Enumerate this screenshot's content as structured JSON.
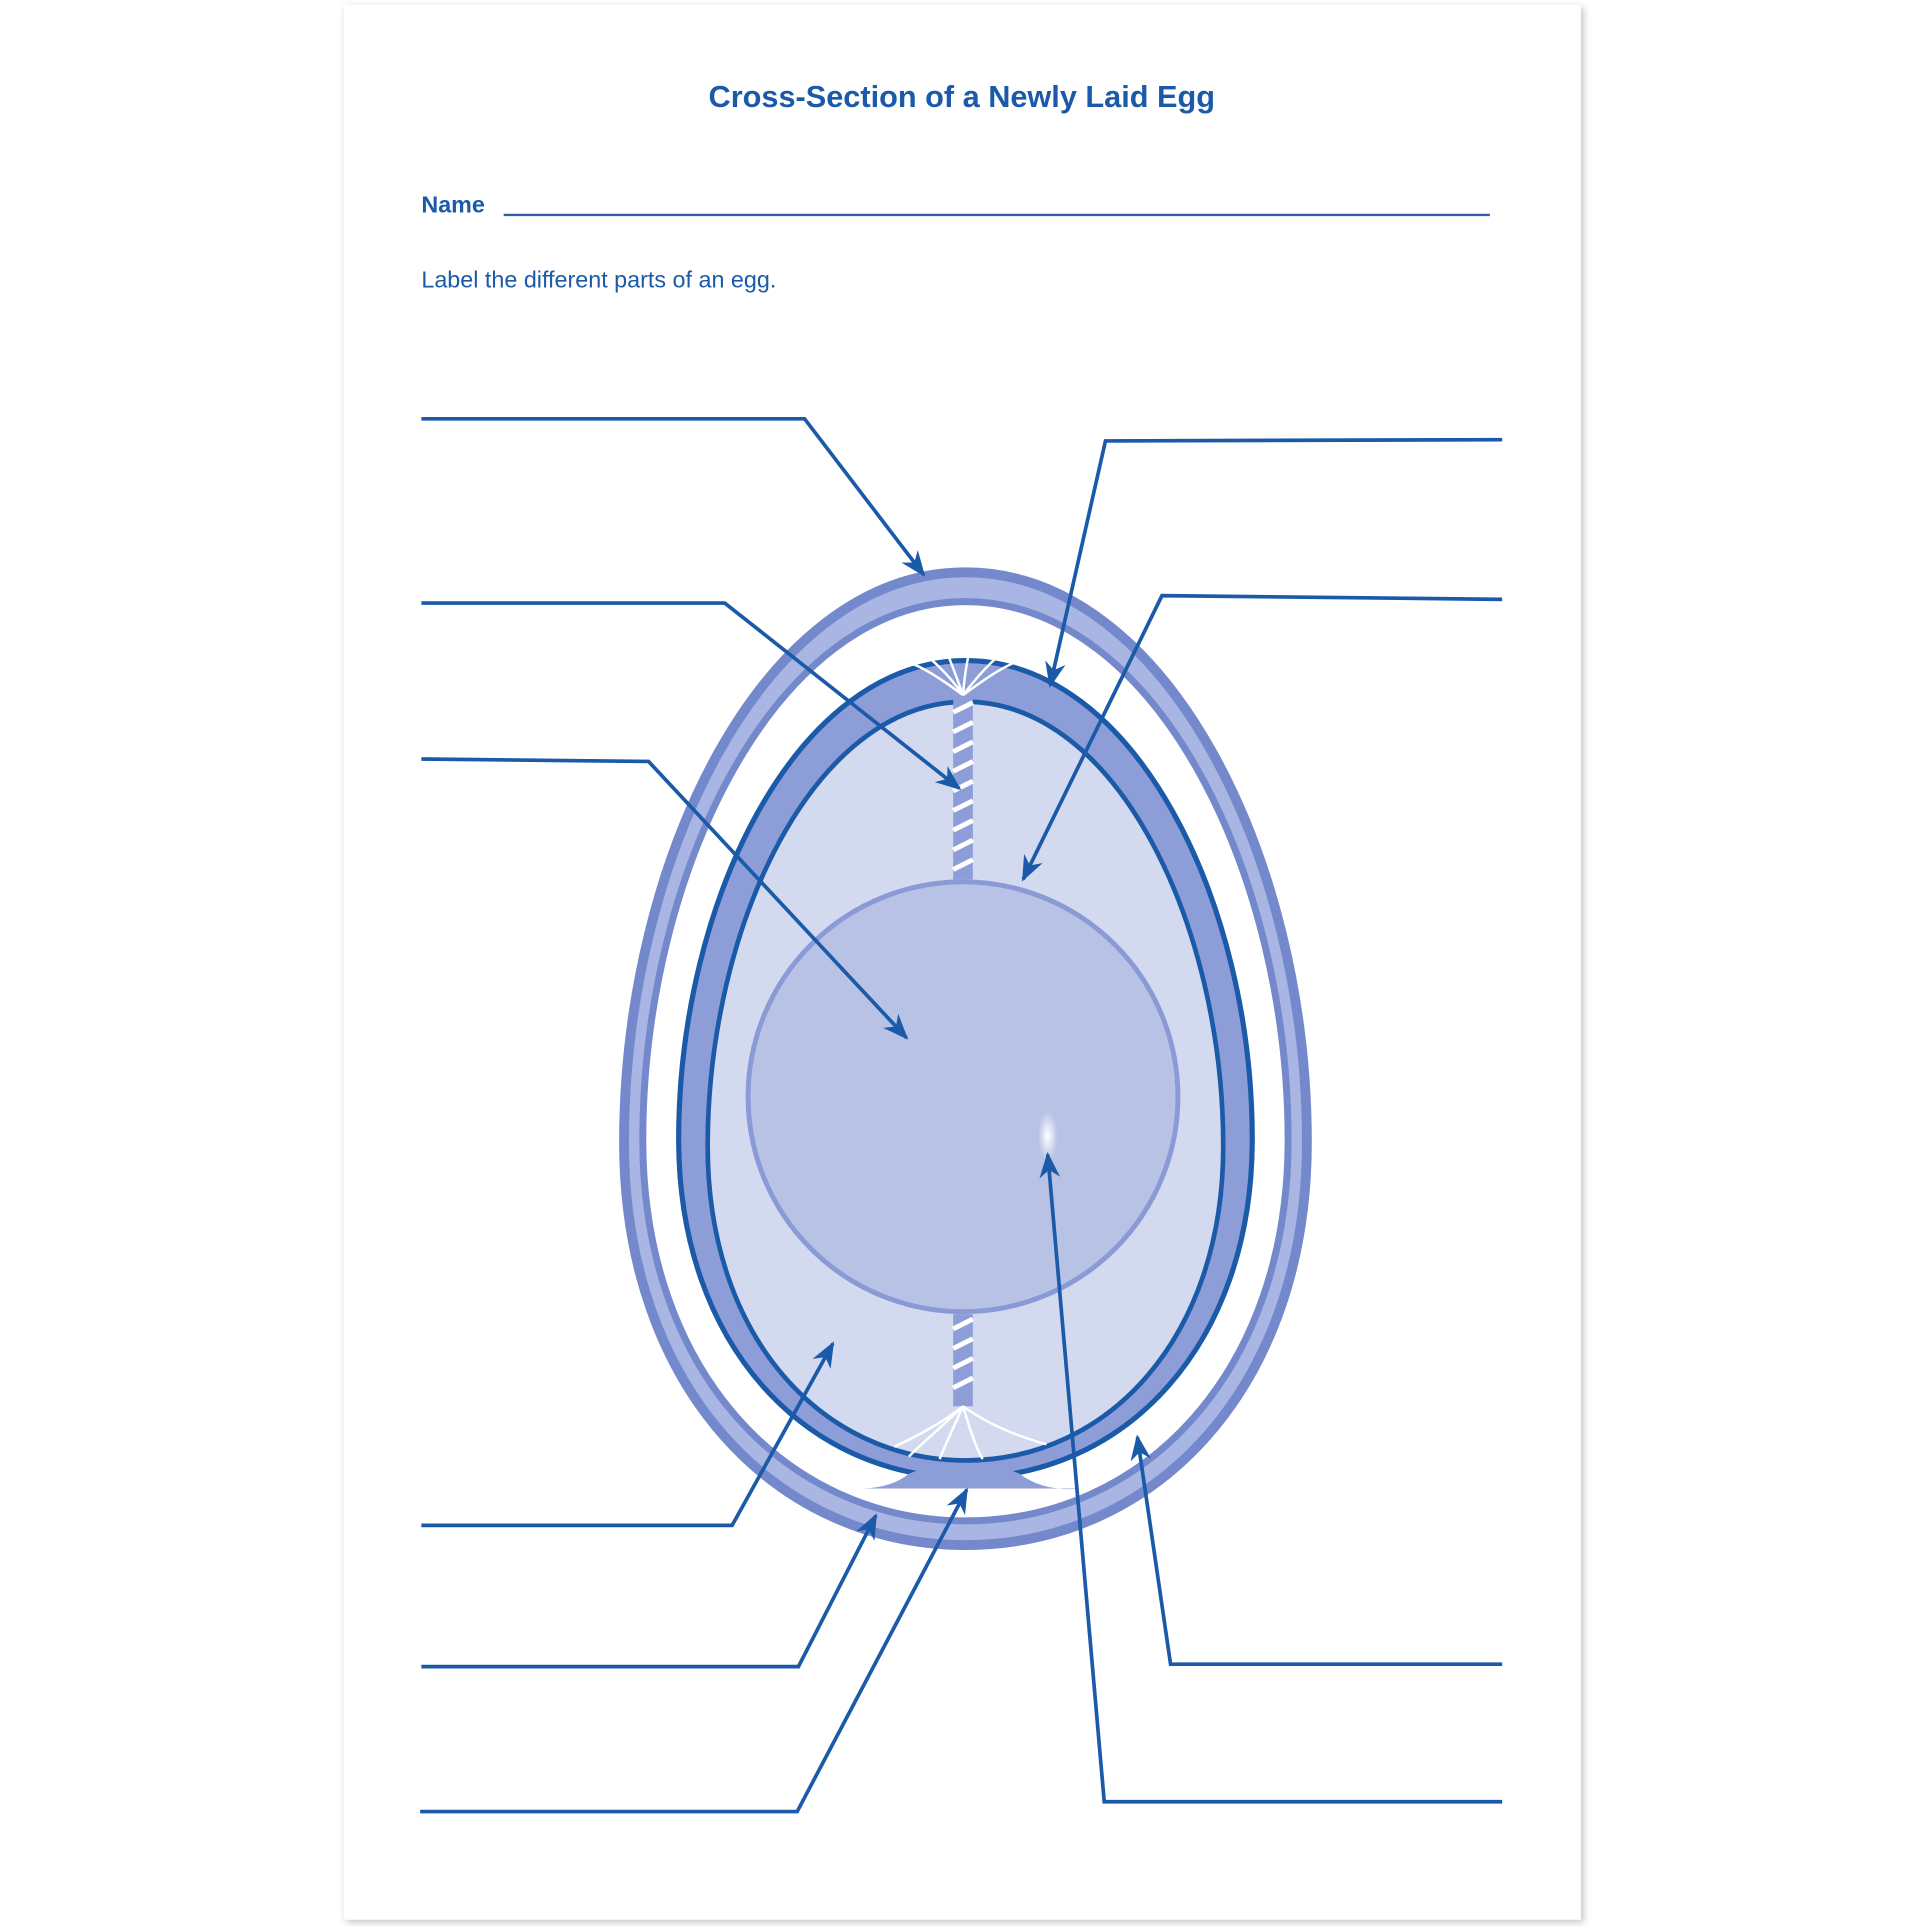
{
  "worksheet": {
    "title": "Cross-Section of a Newly Laid Egg",
    "name_label": "Name",
    "instruction": "Label the different parts of an egg."
  },
  "colors": {
    "ink": "#1a5aa8",
    "shell": "#8696d4",
    "membrane_band": "#8d9dd8",
    "albumen": "#d3d9ef",
    "yolk": "#b9c3e6",
    "yolk_edge": "#8a9ad6"
  },
  "label_blanks_count": 10
}
